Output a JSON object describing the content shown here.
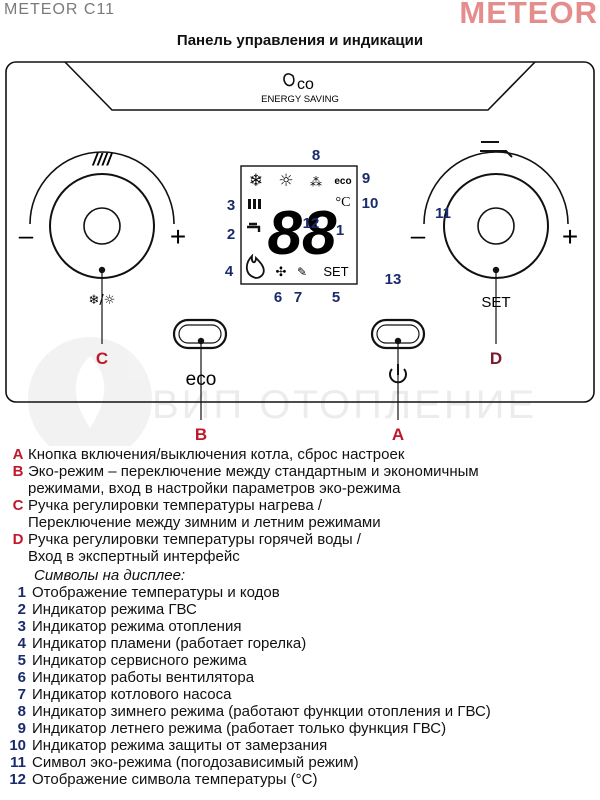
{
  "header": {
    "model": "METEOR C11",
    "brand": "METEOR"
  },
  "title": "Панель управления и индикации",
  "panel": {
    "eco_logo_text": "co",
    "eco_subtitle": "ENERGY SAVING",
    "left_knob": {
      "top_mark": "////",
      "minus": "–",
      "plus": "+",
      "mode_label": "❄/☼",
      "letter": "C"
    },
    "right_knob": {
      "top_mark": "–",
      "minus": "–",
      "plus": "+",
      "set_label": "SET",
      "letter": "D"
    },
    "eco_button": {
      "label": "eco",
      "letter": "B"
    },
    "power_button": {
      "letter": "A"
    },
    "display": {
      "digits": "88",
      "unit": "°C",
      "eco_text": "eco",
      "set_text": "SET"
    },
    "callouts": [
      "1",
      "2",
      "3",
      "4",
      "5",
      "6",
      "7",
      "8",
      "9",
      "10",
      "11",
      "12",
      "13"
    ],
    "watermark": "ВИП ОТОПЛЕНИЕ"
  },
  "legend": {
    "controls": [
      {
        "key": "A",
        "text": "Кнопка включения/выключения котла, сброс настроек"
      },
      {
        "key": "B",
        "lines": [
          "Эко-режим – переключение между стандартным и экономичным",
          "режимами, вход в настройки параметров эко-режима"
        ]
      },
      {
        "key": "C",
        "lines": [
          "Ручка регулировки температуры нагрева /",
          "Переключение между зимним и летним режимами"
        ]
      },
      {
        "key": "D",
        "lines": [
          "Ручка регулировки температуры горячей воды /",
          "Вход в экспертный интерфейс"
        ]
      }
    ],
    "symbols_header": "Символы на дисплее:",
    "symbols": [
      {
        "key": "1",
        "text": "Отображение температуры и кодов"
      },
      {
        "key": "2",
        "text": "Индикатор режима ГВС"
      },
      {
        "key": "3",
        "text": "Индикатор режима отопления"
      },
      {
        "key": "4",
        "text": "Индикатор пламени (работает горелка)"
      },
      {
        "key": "5",
        "text": "Индикатор сервисного режима"
      },
      {
        "key": "6",
        "text": "Индикатор работы вентилятора"
      },
      {
        "key": "7",
        "text": "Индикатор котлового насоса"
      },
      {
        "key": "8",
        "text": "Индикатор зимнего режима (работают функции отопления и ГВС)"
      },
      {
        "key": "9",
        "text": "Индикатор летнего режима (работает только функция ГВС)"
      },
      {
        "key": "10",
        "text": "Индикатор режима защиты от замерзания"
      },
      {
        "key": "11",
        "text": "Символ эко-режима (погодозависимый режим)"
      },
      {
        "key": "12",
        "text": "Отображение символа температуры (°C)"
      }
    ]
  }
}
